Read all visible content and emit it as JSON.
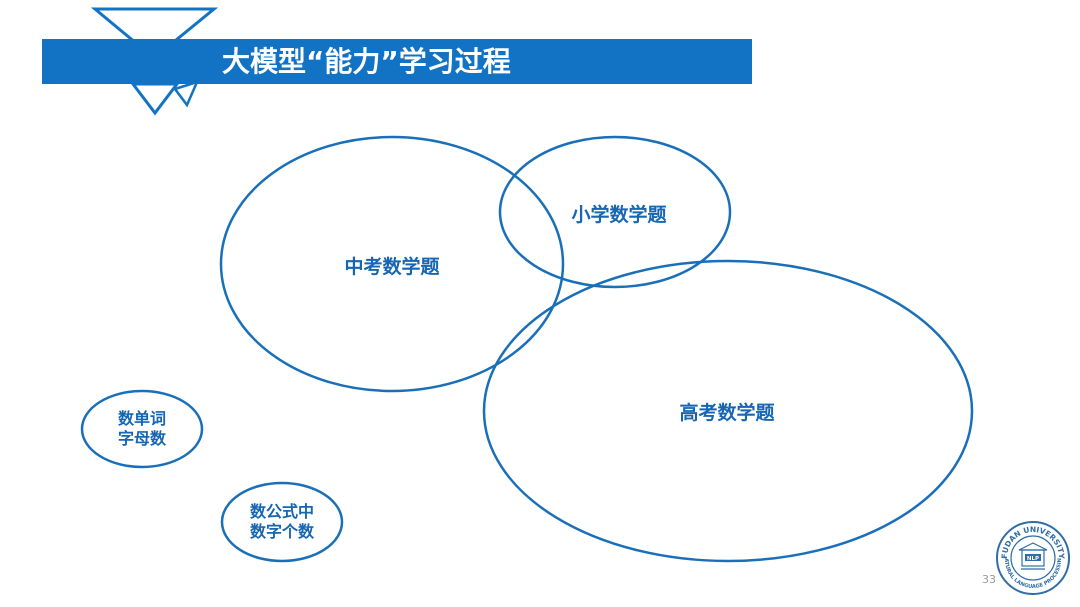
{
  "slide": {
    "title": "大模型“能力”学习过程",
    "page_number": "33"
  },
  "colors": {
    "accent": "#1273c4",
    "outline": "#1a6fb9",
    "label": "#1666b2"
  },
  "diagram": {
    "nodes": [
      {
        "id": "zhongkao",
        "label": "中考数学题"
      },
      {
        "id": "xiaoxue",
        "label": "小学数学题"
      },
      {
        "id": "gaokao",
        "label": "高考数学题"
      },
      {
        "id": "danci",
        "lines": [
          "数单词",
          "字母数"
        ]
      },
      {
        "id": "gongshi",
        "lines": [
          "数公式中",
          "数字个数"
        ]
      }
    ]
  },
  "logo": {
    "name": "fudan-nlp-seal",
    "text_top": "FUDAN UNIVERSITY",
    "text_bottom": "NATURAL LANGUAGE PROCESSING",
    "center": "NLP"
  }
}
